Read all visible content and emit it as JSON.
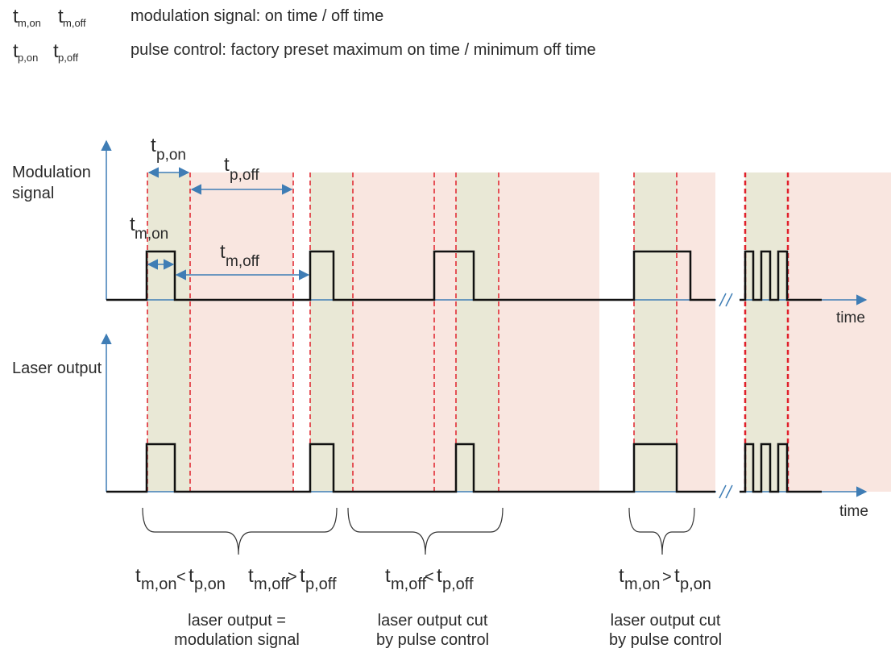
{
  "legend": {
    "row1": {
      "sym1": "t",
      "sub1": "m,on",
      "sym2": "t",
      "sub2": "m,off",
      "text": "modulation signal: on time / off time"
    },
    "row2": {
      "sym1": "t",
      "sub1": "p,on",
      "sym2": "t",
      "sub2": "p,off",
      "text": "pulse control: factory preset maximum on time / minimum off time"
    }
  },
  "axes": {
    "top_ylabel_1": "Modulation",
    "top_ylabel_2": "signal",
    "bottom_ylabel": "Laser output",
    "xlabel": "time"
  },
  "annotations": {
    "t": "t",
    "p_on": "p,on",
    "p_off": "p,off",
    "m_on": "m,on",
    "m_off": "m,off"
  },
  "conditions": {
    "lt": "<",
    "gt": ">"
  },
  "captions": {
    "group1_line1": "laser output =",
    "group1_line2": "modulation signal",
    "group2_line1": "laser output cut",
    "group2_line2": "by pulse control",
    "group3_line1": "laser output cut",
    "group3_line2": "by pulse control"
  },
  "colors": {
    "on_band": "#e9e8d6",
    "off_band": "#f9e6e0",
    "dashed_line": "#e0202a",
    "arrow_blue": "#3f7db5",
    "signal": "#111111"
  }
}
